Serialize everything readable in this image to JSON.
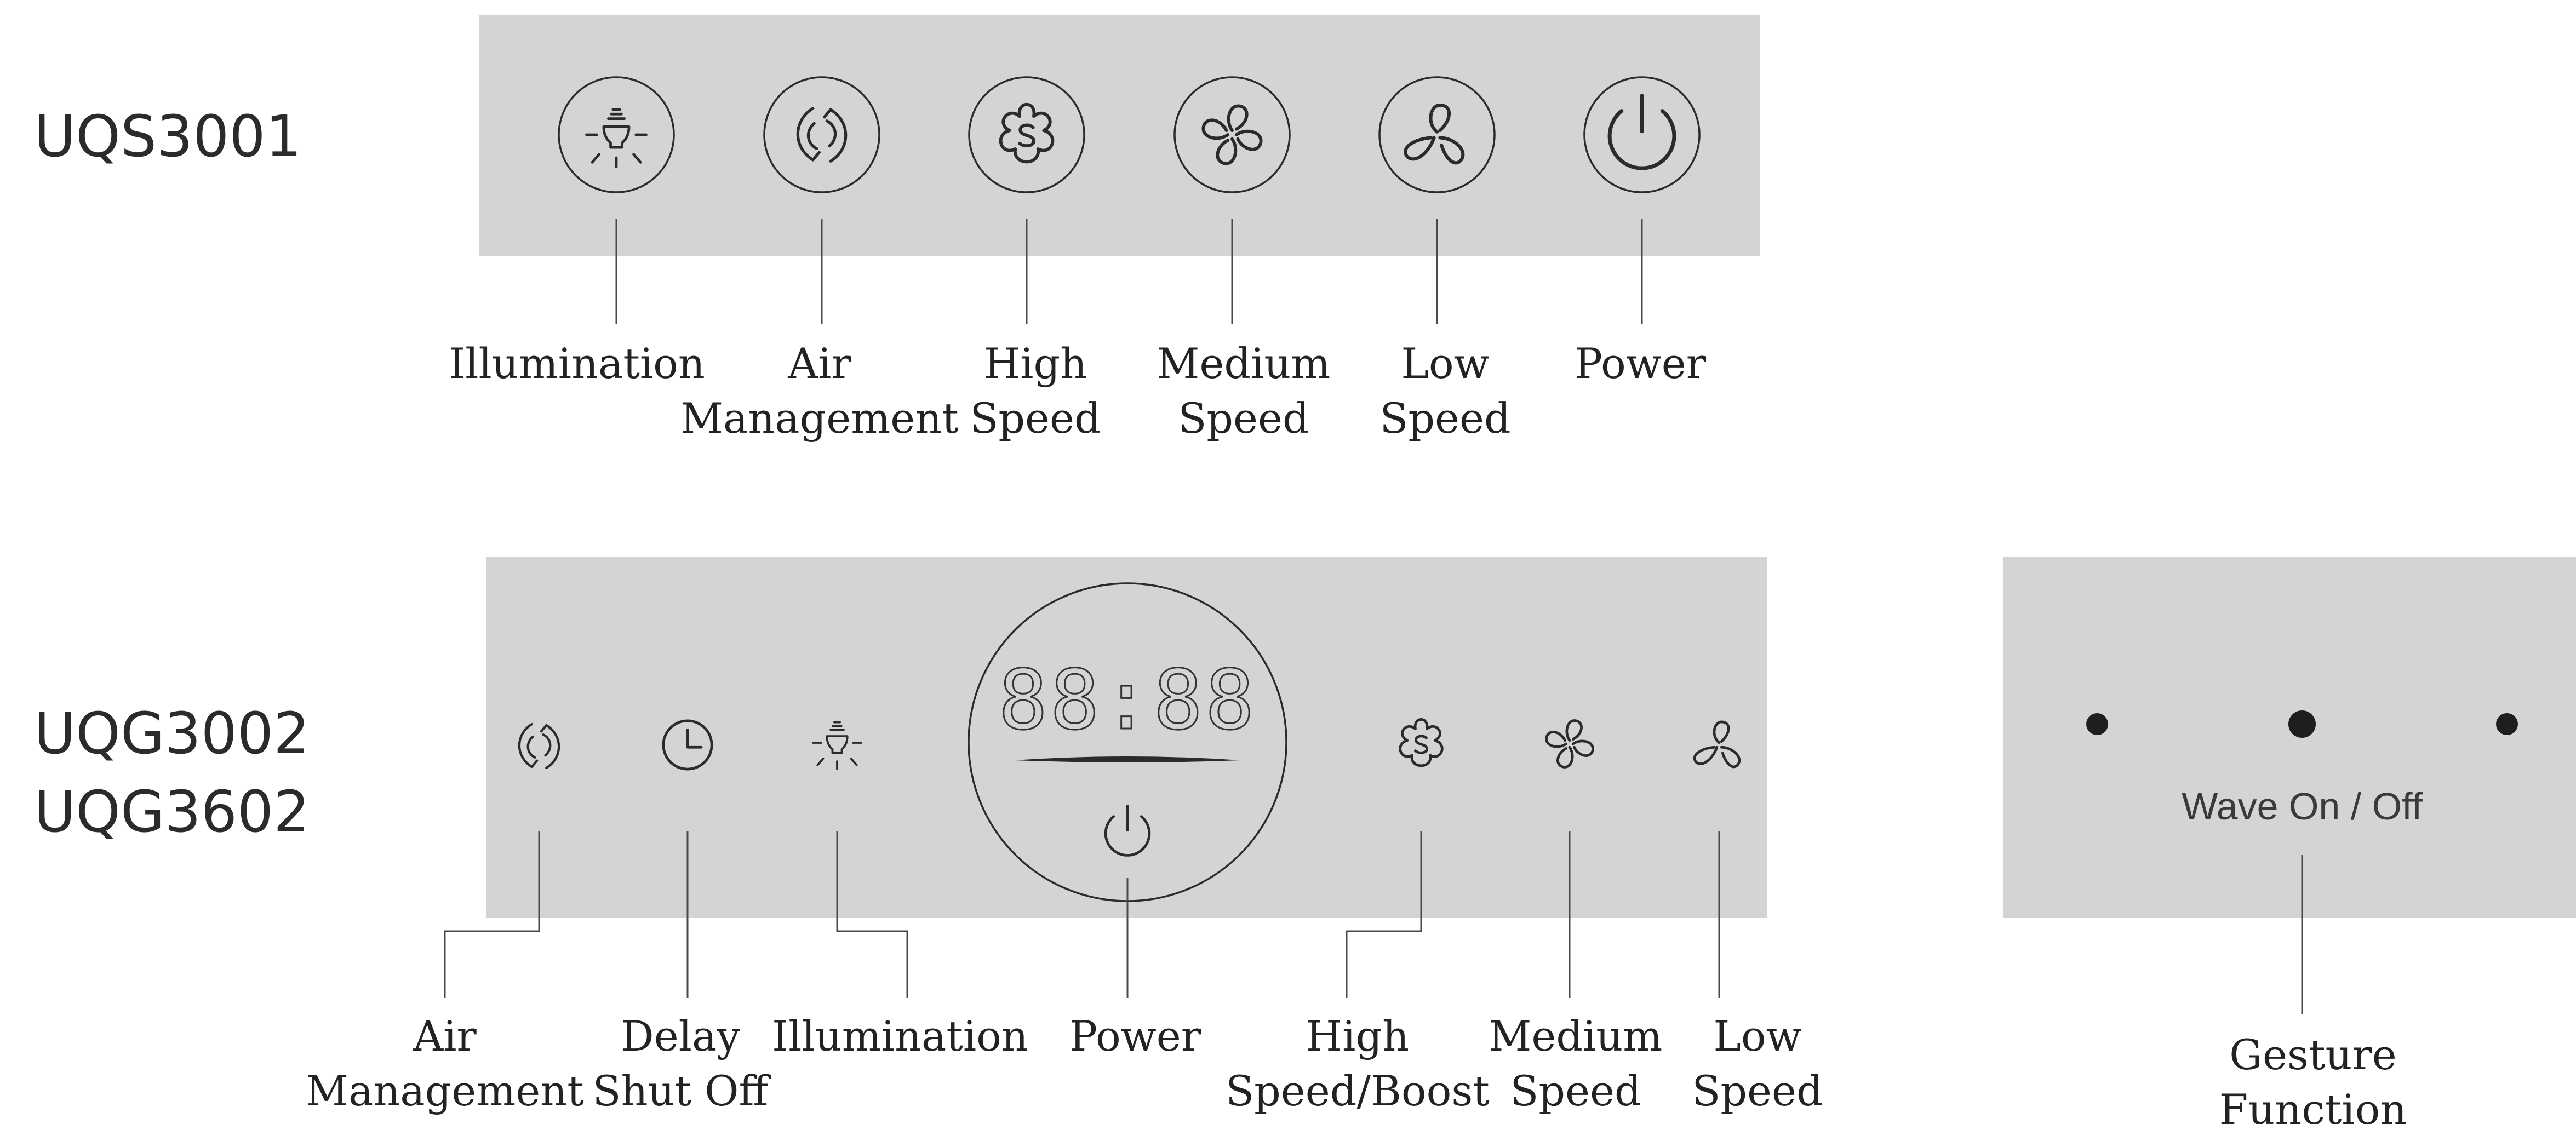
{
  "models": {
    "top": "UQS3001",
    "bottom_1": "UQG3002",
    "bottom_2": "UQG3602"
  },
  "top_panel": {
    "buttons": [
      {
        "icon": "lightbulb-icon",
        "label": [
          "Illumination"
        ]
      },
      {
        "icon": "air-management-icon",
        "label": [
          "Air",
          "Management"
        ]
      },
      {
        "icon": "high-speed-icon",
        "label": [
          "High",
          "Speed"
        ]
      },
      {
        "icon": "fan-medium-icon",
        "label": [
          "Medium",
          "Speed"
        ]
      },
      {
        "icon": "fan-low-icon",
        "label": [
          "Low",
          "Speed"
        ]
      },
      {
        "icon": "power-icon",
        "label": [
          "Power"
        ]
      }
    ]
  },
  "bottom_panel": {
    "display": "88:88",
    "buttons": [
      {
        "icon": "air-management-icon",
        "label": [
          "Air",
          "Management"
        ]
      },
      {
        "icon": "clock-icon",
        "label": [
          "Delay",
          "Shut Off"
        ]
      },
      {
        "icon": "lightbulb-icon",
        "label": [
          "Illumination"
        ]
      },
      {
        "icon": "power-icon",
        "label": [
          "Power"
        ]
      },
      {
        "icon": "high-speed-icon",
        "label": [
          "High",
          "Speed/Boost"
        ]
      },
      {
        "icon": "fan-medium-icon",
        "label": [
          "Medium",
          "Speed"
        ]
      },
      {
        "icon": "fan-low-icon",
        "label": [
          "Low",
          "Speed"
        ]
      }
    ]
  },
  "gesture_panel": {
    "text": "Wave On / Off",
    "label": [
      "Gesture",
      "Function"
    ]
  },
  "colors": {
    "panel": "#d4d4d4",
    "ink": "#2b2b2b"
  }
}
